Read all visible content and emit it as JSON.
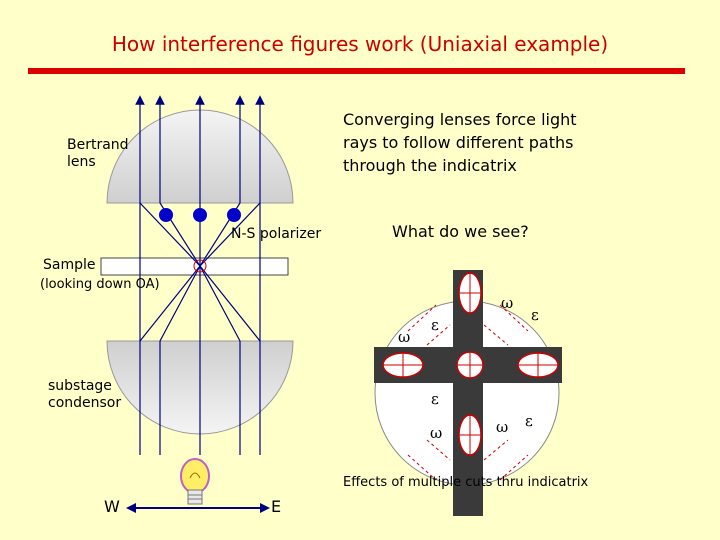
{
  "title": "How interference figures work (Uniaxial example)",
  "labels": {
    "bertrand_line1": "Bertrand",
    "bertrand_line2": "lens",
    "converging_line1": "Converging lenses force light",
    "converging_line2": "rays to follow different paths",
    "converging_line3": "through the indicatrix",
    "polarizer": "N-S polarizer",
    "what_see": "What do we see?",
    "sample": "Sample",
    "looking": "(looking down OA)",
    "substage_line1": "substage",
    "substage_line2": "condensor",
    "effects": "Effects of multiple cuts thru indicatrix",
    "west": "W",
    "east": "E"
  },
  "figure_symbols": {
    "omega": "ω",
    "epsilon": "ε"
  },
  "colors": {
    "title": "#cc0000",
    "background": "#ffffc9",
    "rays": "#000080",
    "lens_fill": "#e4e4e4",
    "isogyre": "#3a3a3a",
    "ellipse_outline": "#cc0000"
  }
}
